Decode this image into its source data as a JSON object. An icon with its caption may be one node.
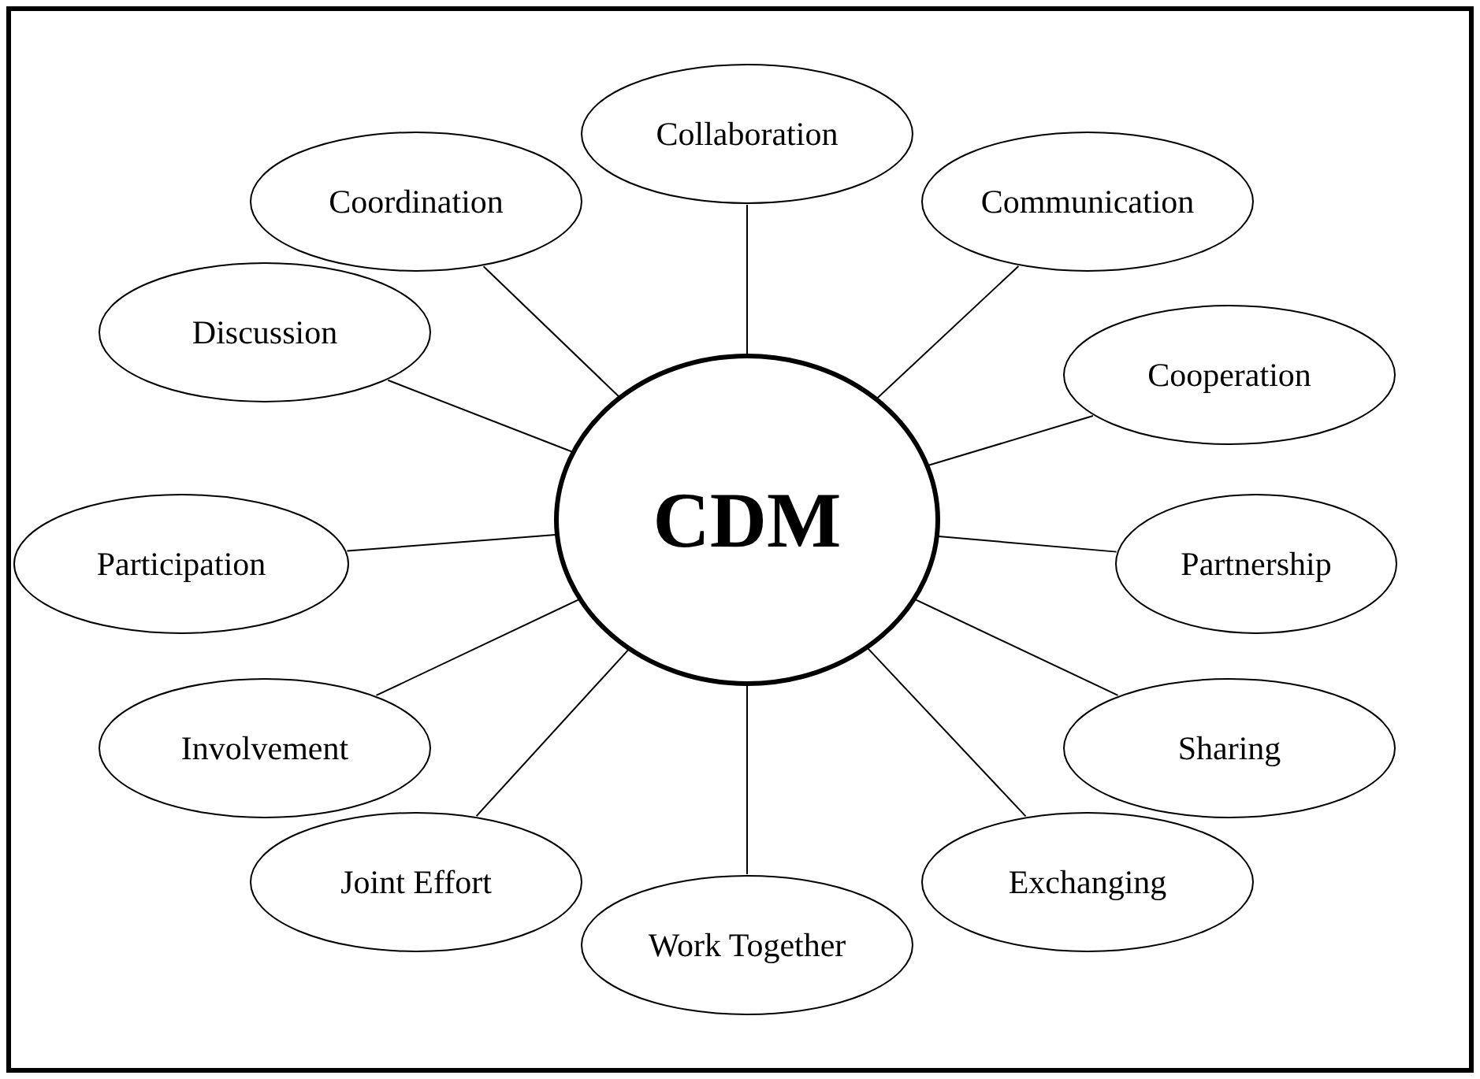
{
  "diagram": {
    "nodes": [
      {
        "text": [
          "CDM"
        ]
      },
      {
        "text": [
          "Collaboration"
        ]
      },
      {
        "text": [
          "Coordination"
        ]
      },
      {
        "text": [
          "Communication"
        ]
      },
      {
        "text": [
          "Discussion"
        ]
      },
      {
        "text": [
          "Cooperation"
        ]
      },
      {
        "text": [
          "Participation"
        ]
      },
      {
        "text": [
          "Partnership"
        ]
      },
      {
        "text": [
          "Involvement"
        ]
      },
      {
        "text": [
          "Sharing"
        ]
      },
      {
        "text": [
          "Joint Effort"
        ]
      },
      {
        "text": [
          "Exchanging"
        ]
      },
      {
        "text": [
          "Work Together"
        ]
      }
    ],
    "edges": [
      {
        "from": 0,
        "to": 1,
        "arrow": "none"
      },
      {
        "from": 0,
        "to": 2,
        "arrow": "none"
      },
      {
        "from": 0,
        "to": 3,
        "arrow": "none"
      },
      {
        "from": 0,
        "to": 4,
        "arrow": "none"
      },
      {
        "from": 0,
        "to": 5,
        "arrow": "none"
      },
      {
        "from": 0,
        "to": 6,
        "arrow": "none"
      },
      {
        "from": 0,
        "to": 7,
        "arrow": "none"
      },
      {
        "from": 0,
        "to": 8,
        "arrow": "none"
      },
      {
        "from": 0,
        "to": 9,
        "arrow": "none"
      },
      {
        "from": 0,
        "to": 10,
        "arrow": "none"
      },
      {
        "from": 0,
        "to": 11,
        "arrow": "none"
      },
      {
        "from": 0,
        "to": 12,
        "arrow": "none"
      }
    ]
  }
}
